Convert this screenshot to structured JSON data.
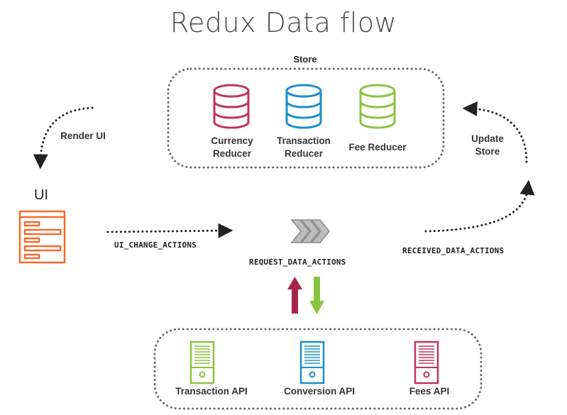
{
  "title": "Redux Data flow",
  "store": {
    "label": "Store",
    "reducers": [
      {
        "name": "Currency\nReducer",
        "color": "#c2345a"
      },
      {
        "name": "Transaction\nReducer",
        "color": "#1c8fc9"
      },
      {
        "name": "Fee Reducer",
        "color": "#8ac43f"
      }
    ]
  },
  "flow": {
    "render_ui": "Render UI",
    "update_store": "Update\nStore",
    "ui_label": "UI",
    "ui_change_actions": "UI_CHANGE_ACTIONS",
    "request_data_actions": "REQUEST_DATA_ACTIONS",
    "received_data_actions": "RECEIVED_DATA_ACTIONS"
  },
  "apis": [
    {
      "name": "Transaction API",
      "color": "#8ac43f"
    },
    {
      "name": "Conversion API",
      "color": "#1c8fc9"
    },
    {
      "name": "Fees API",
      "color": "#c2345a"
    }
  ],
  "colors": {
    "ui": "#f26b2e",
    "up_arrow": "#a8254a",
    "down_arrow": "#8ac43f",
    "chevrons": "#9a9a9a",
    "dotted": "#555555"
  },
  "icons": {
    "reducer": "database-icon",
    "api": "server-icon",
    "ui": "window-icon",
    "middleware": "chevrons-icon"
  }
}
